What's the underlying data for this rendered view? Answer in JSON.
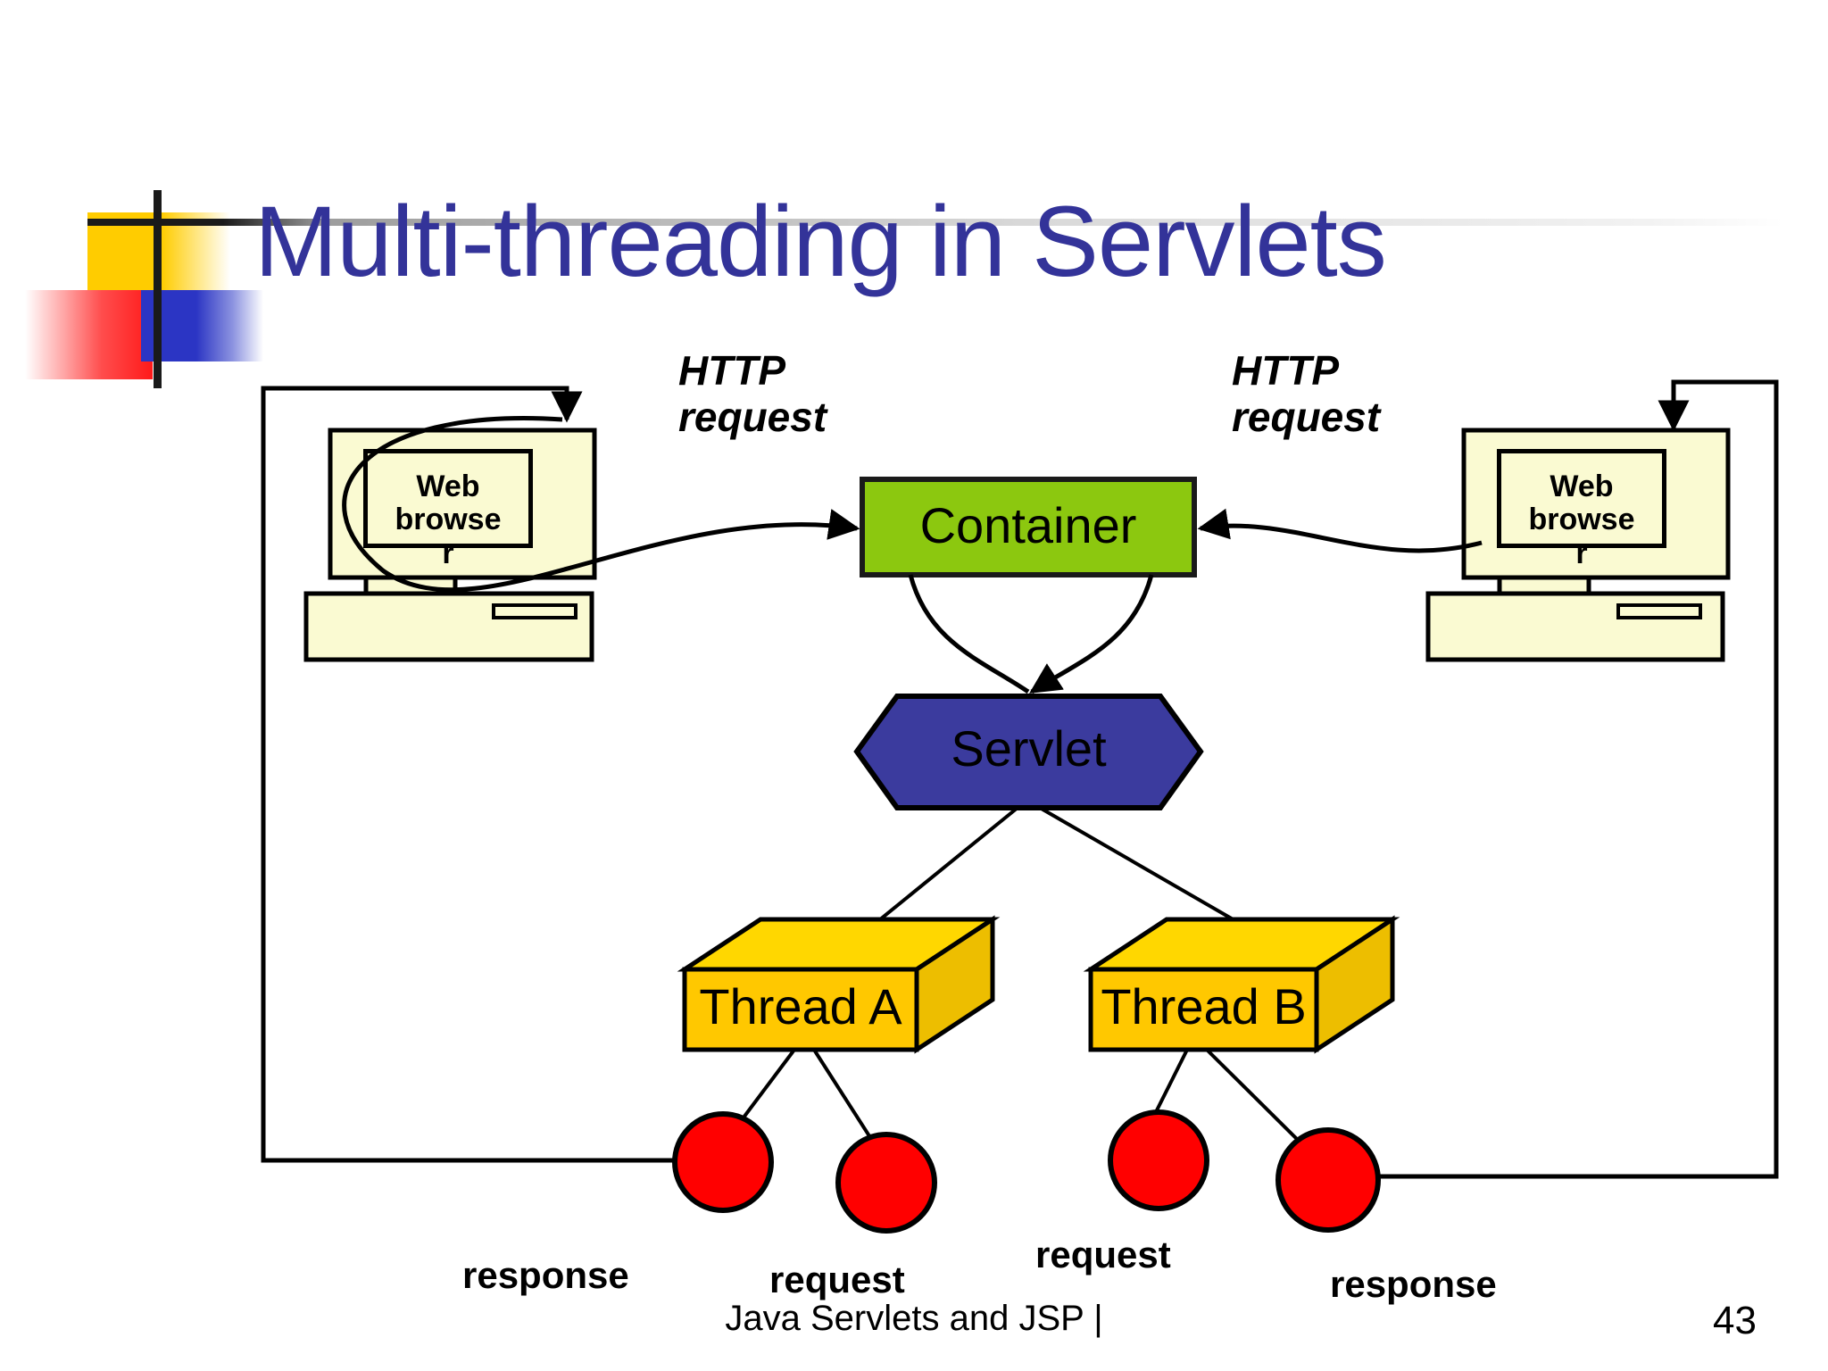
{
  "slide": {
    "title": "Multi-threading in Servlets",
    "title_color": "#333399",
    "footer": "Java Servlets and JSP |",
    "page_number": "43"
  },
  "logo": {
    "yellow": "#FFCC00",
    "red": "#FF1A1A",
    "blue": "#2B35C4",
    "rule": "#1A1A1A"
  },
  "diagram": {
    "labels": {
      "http_request_left": "HTTP\nrequest",
      "http_request_right": "HTTP\nrequest"
    },
    "browsers": [
      {
        "id": "left",
        "text": "Web\nbrowse\nr",
        "fill": "#FAFAD2"
      },
      {
        "id": "right",
        "text": "Web\nbrowse\nr",
        "fill": "#FAFAD2"
      }
    ],
    "nodes": [
      {
        "id": "container",
        "label": "Container",
        "shape": "rectangle",
        "fill": "#8CC80F"
      },
      {
        "id": "servlet",
        "label": "Servlet",
        "shape": "hexagon",
        "fill": "#3B3B9E"
      },
      {
        "id": "thread-a",
        "label": "Thread A",
        "shape": "cube",
        "fill": "#FFC800"
      },
      {
        "id": "thread-b",
        "label": "Thread B",
        "shape": "cube",
        "fill": "#FFC800"
      }
    ],
    "endpoints": [
      {
        "id": "ep-1",
        "label": "response",
        "fill": "#FF0000"
      },
      {
        "id": "ep-2",
        "label": "request",
        "fill": "#FF0000"
      },
      {
        "id": "ep-3",
        "label": "request",
        "fill": "#FF0000"
      },
      {
        "id": "ep-4",
        "label": "response",
        "fill": "#FF0000"
      }
    ]
  }
}
